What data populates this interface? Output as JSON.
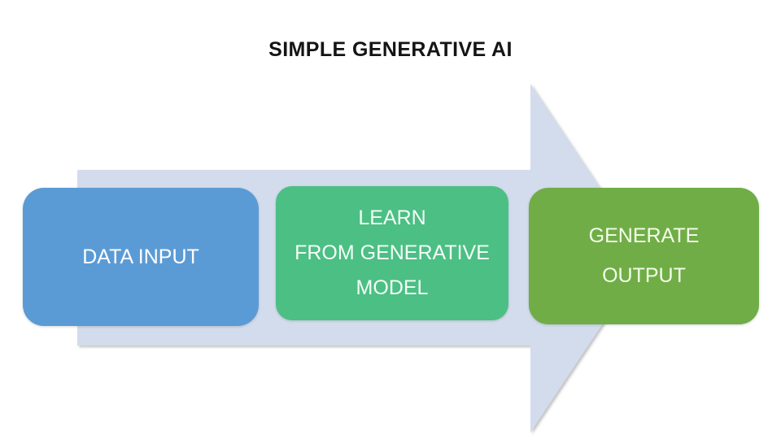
{
  "slide": {
    "title": "SIMPLE GENERATIVE AI",
    "background_color": "#FFFFFF",
    "title_color": "#141414"
  },
  "arrow": {
    "name": "right-block-arrow",
    "fill_color": "#D3DCEC",
    "direction": "right"
  },
  "stages": [
    {
      "id": "data-input",
      "lines": [
        "DATA INPUT"
      ],
      "fill_color": "#5B9BD5",
      "text_color": "#FFFFFF"
    },
    {
      "id": "learn-from-generative-model",
      "lines": [
        "LEARN",
        "FROM GENERATIVE",
        "MODEL"
      ],
      "fill_color": "#4CBF84",
      "text_color": "#F3FDF7"
    },
    {
      "id": "generate-output",
      "lines": [
        "GENERATE",
        "OUTPUT"
      ],
      "fill_color": "#70AD47",
      "text_color": "#F4FDE9"
    }
  ]
}
